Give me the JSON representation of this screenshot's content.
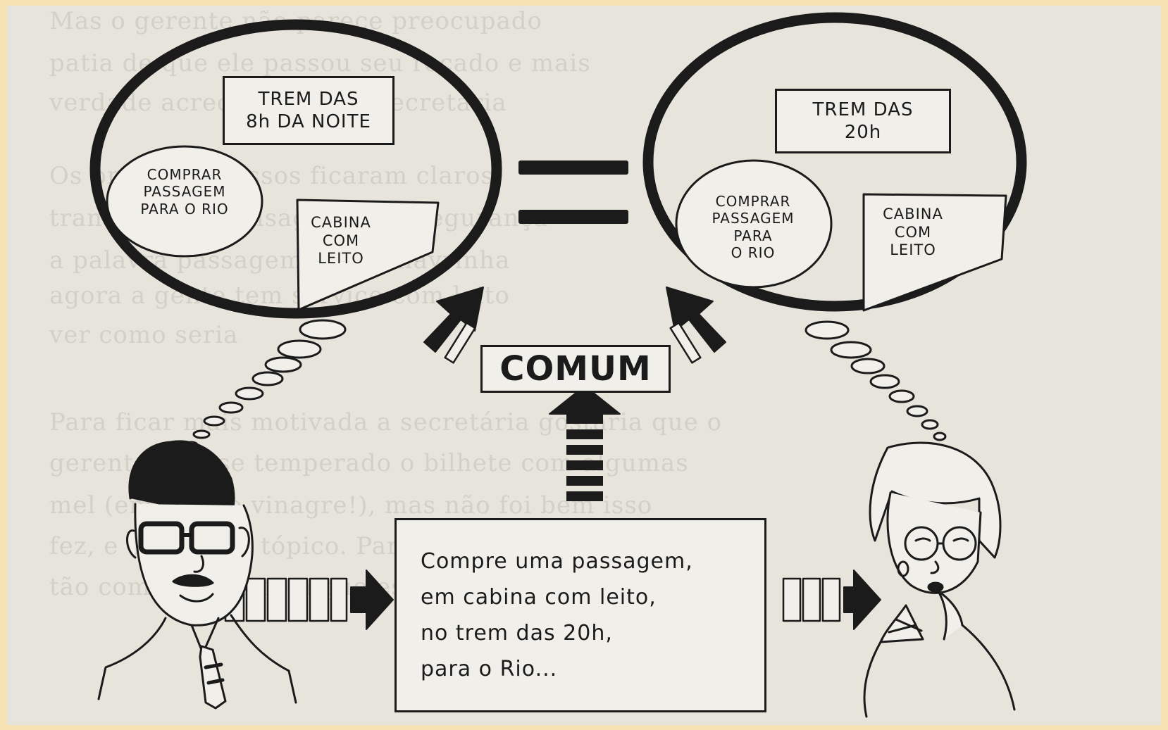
{
  "background_text": [
    "Mas o gerente não parece preocupado",
    "patia de que ele passou seu recado e mais",
    "verdade acreditam que a secretária",
    "Os próximos passos ficaram claros",
    "transmitir a mensagem com segurança",
    "a palavra passagem pela palavrinha",
    "agora a gente tem serviço com leito",
    "ver como seria",
    "Para ficar mais motivada a secretária gostaria que o",
    "gerente tivesse temperado o bilhete com algumas",
    "mel (em vez de vinagre!), mas não foi bem isso",
    "fez, e o terceiro tópico. Para evitar esse",
    "tão comunicado com que escrita a"
  ],
  "left_bubble": {
    "box1": "TREM DAS\n8h DA NOITE",
    "oval": "COMPRAR\nPASSAGEM\nPARA O RIO",
    "flag": "CABINA\nCOM\nLEITO"
  },
  "right_bubble": {
    "box1": "TREM DAS\n20h",
    "oval": "COMPRAR\nPASSAGEM\nPARA\nO RIO",
    "flag": "CABINA\nCOM\nLEITO"
  },
  "comum_label": "COMUM",
  "message": "Compre uma passagem,\nem cabina com leito,\nno trem das 20h,\npara o Rio...",
  "colors": {
    "background": "#f7e2b4",
    "paper": "#e7e4dc",
    "ink": "#1b1b1b"
  }
}
